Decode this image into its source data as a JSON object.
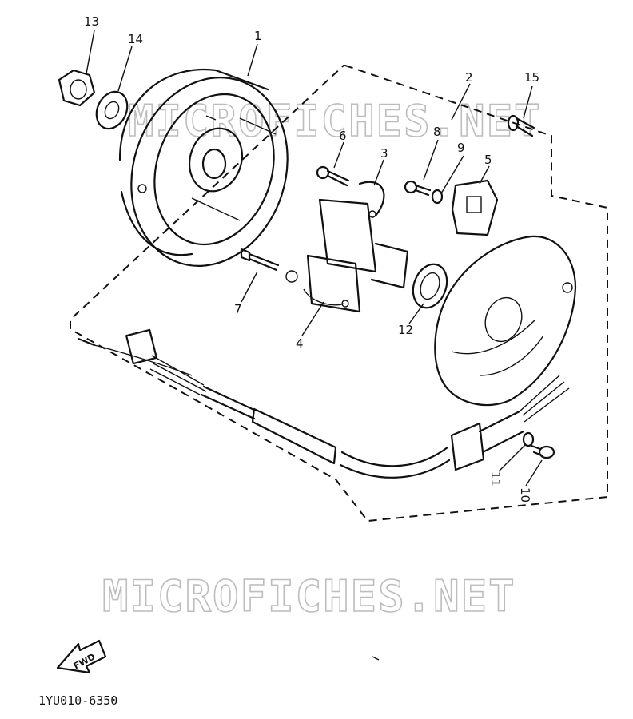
{
  "watermark": "MICROFICHES.NET",
  "part_code": "1YU010-6350",
  "fwd_label": "FWD",
  "callouts": {
    "p1": "1",
    "p2": "2",
    "p3": "3",
    "p4": "4",
    "p5": "5",
    "p6": "6",
    "p7": "7",
    "p8": "8",
    "p9": "9",
    "p10": "10",
    "p11": "11",
    "p12": "12",
    "p13": "13",
    "p14": "14",
    "p15": "15"
  }
}
